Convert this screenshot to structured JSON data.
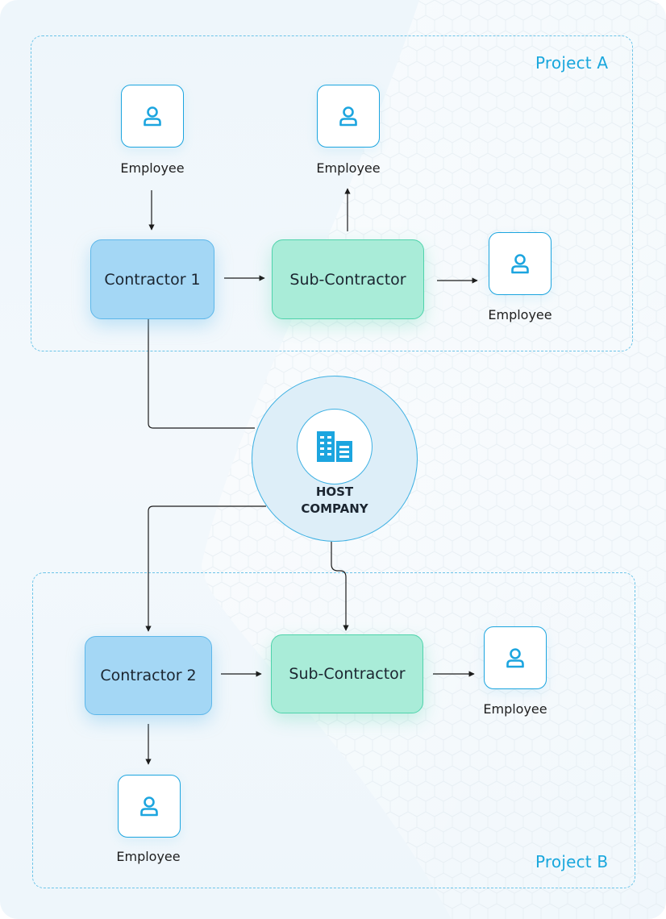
{
  "projects": {
    "a": {
      "label": "Project A"
    },
    "b": {
      "label": "Project B"
    }
  },
  "host": {
    "line1": "HOST",
    "line2": "COMPANY",
    "icon": "building-icon"
  },
  "nodes": {
    "contractor1": "Contractor 1",
    "contractor2": "Contractor 2",
    "subcontractor_a": "Sub-Contractor",
    "subcontractor_b": "Sub-Contractor"
  },
  "employees": {
    "a_left": "Employee",
    "a_top": "Employee",
    "a_right": "Employee",
    "b_right": "Employee",
    "b_bottom": "Employee"
  },
  "icons": {
    "employee": "person-icon"
  },
  "colors": {
    "accent": "#19a7dd",
    "contractor_fill": "#a4d7f5",
    "subcontractor_fill": "#a9ecd8",
    "host_fill": "#ddeef8"
  }
}
